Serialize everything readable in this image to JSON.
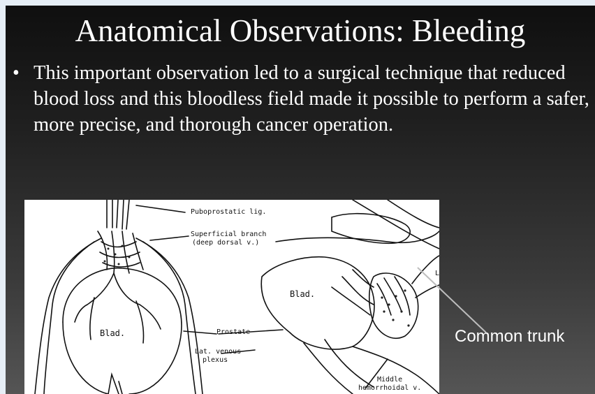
{
  "slide": {
    "title": "Anatomical Observations: Bleeding",
    "bullet_symbol": "•",
    "bullet_text": "This important observation led to a surgical technique that reduced blood loss and this bloodless field made it possible to perform a  safer, more precise, and thorough cancer operation."
  },
  "figure": {
    "labels": {
      "puboprostatic": "Puboprostatic lig.",
      "superficial": "Superficial branch",
      "deep_dorsal": "(deep dorsal v.)",
      "blad_left": "Blad.",
      "blad_right": "Blad.",
      "prostate": "Prostate",
      "lat_venous": "Lat. venous",
      "plexus": "plexus",
      "middle": "Middle",
      "hemorrhoidal": "hemorrhoidal v.",
      "edge_letter": "L"
    }
  },
  "callout": {
    "text": "Common trunk",
    "line_color": "#bdbdbd"
  }
}
